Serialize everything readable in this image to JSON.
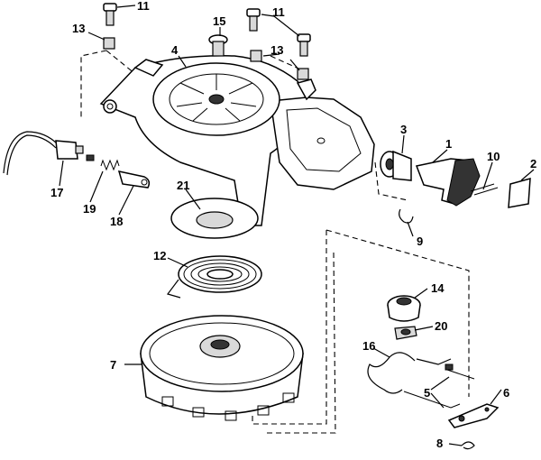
{
  "callouts": {
    "c1": "1",
    "c2": "2",
    "c3": "3",
    "c4": "4",
    "c5": "5",
    "c6": "6",
    "c7": "7",
    "c8": "8",
    "c9": "9",
    "c10": "10",
    "c11a": "11",
    "c11b": "11",
    "c12": "12",
    "c13a": "13",
    "c13b": "13",
    "c14": "14",
    "c15": "15",
    "c16": "16",
    "c17": "17",
    "c18": "18",
    "c19": "19",
    "c20": "20",
    "c21": "21"
  }
}
